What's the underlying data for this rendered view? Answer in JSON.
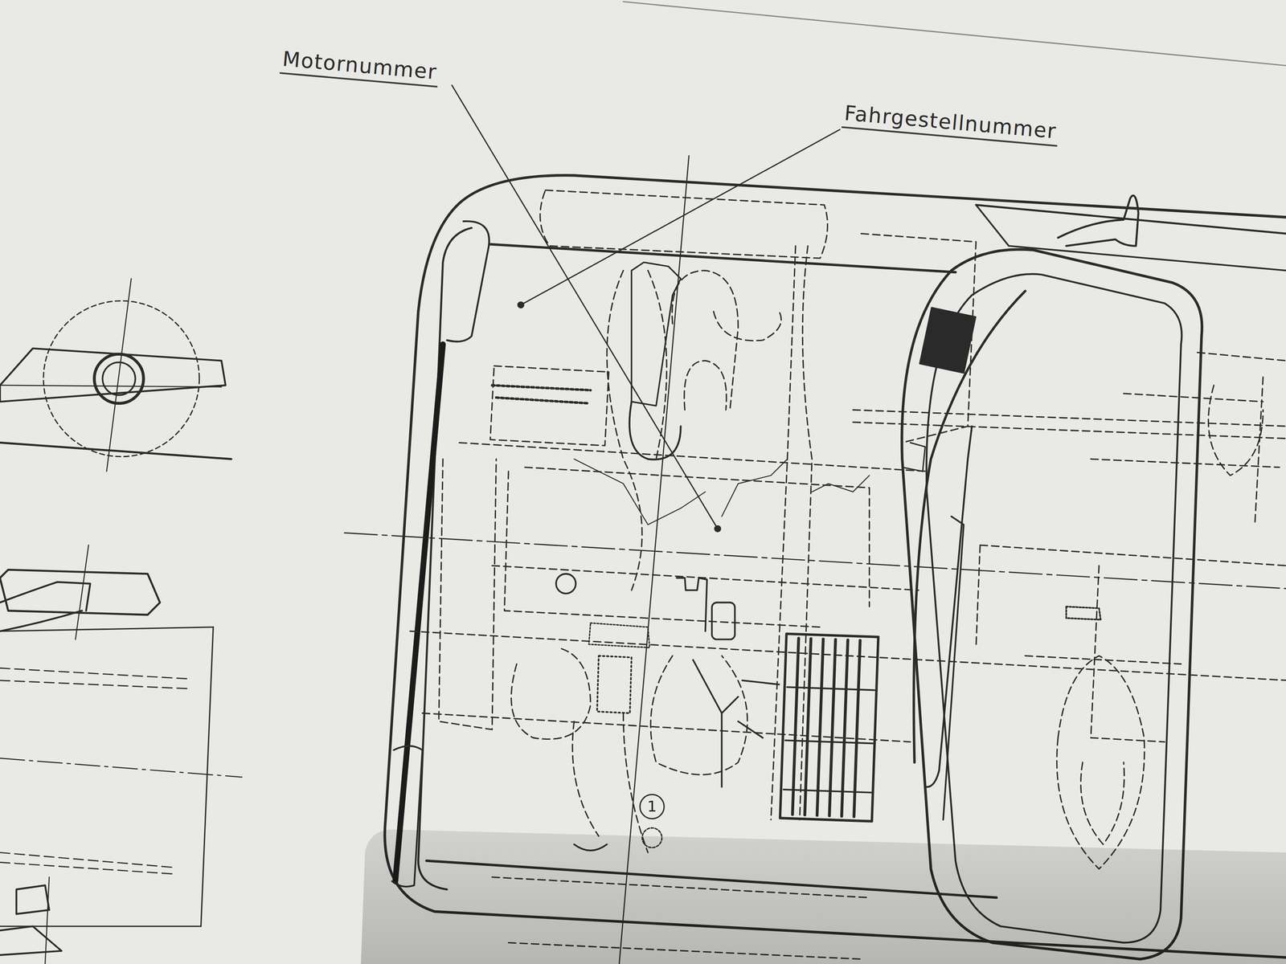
{
  "diagram": {
    "nodes": [
      {
        "text": [
          "1"
        ]
      }
    ],
    "labels": [
      "Motornummer",
      "Fahrgestellnummer"
    ]
  }
}
